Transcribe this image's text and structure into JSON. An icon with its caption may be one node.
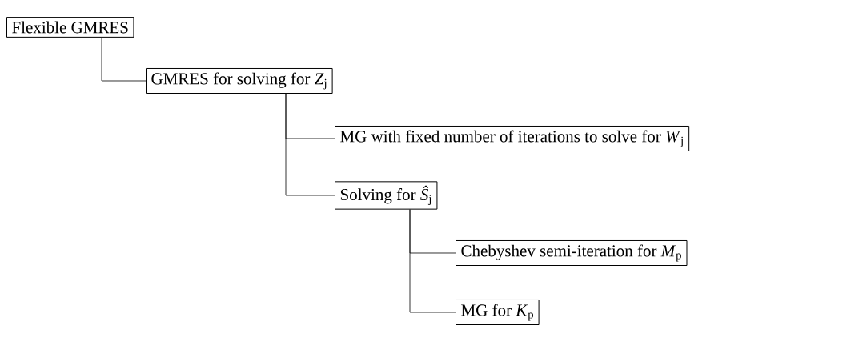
{
  "diagram": {
    "nodes": [
      {
        "text": [
          "Flexible GMRES"
        ]
      },
      {
        "text": [
          "GMRES for solving for *Z*$_{j}$"
        ]
      },
      {
        "text": [
          "MG with fixed number of iterations to solve for *W*$_{j}$"
        ]
      },
      {
        "text": [
          "Solving for *Ŝ*$_{j}$"
        ]
      },
      {
        "text": [
          "Chebyshev semi-iteration for *M*$_{p}$"
        ]
      },
      {
        "text": [
          "MG for *K*$_{p}$"
        ]
      }
    ],
    "edges": [
      {
        "from": 0,
        "to": 1,
        "arrow": "none"
      },
      {
        "from": 1,
        "to": 2,
        "arrow": "none"
      },
      {
        "from": 1,
        "to": 3,
        "arrow": "none"
      },
      {
        "from": 3,
        "to": 4,
        "arrow": "none"
      },
      {
        "from": 3,
        "to": 5,
        "arrow": "none"
      }
    ]
  }
}
